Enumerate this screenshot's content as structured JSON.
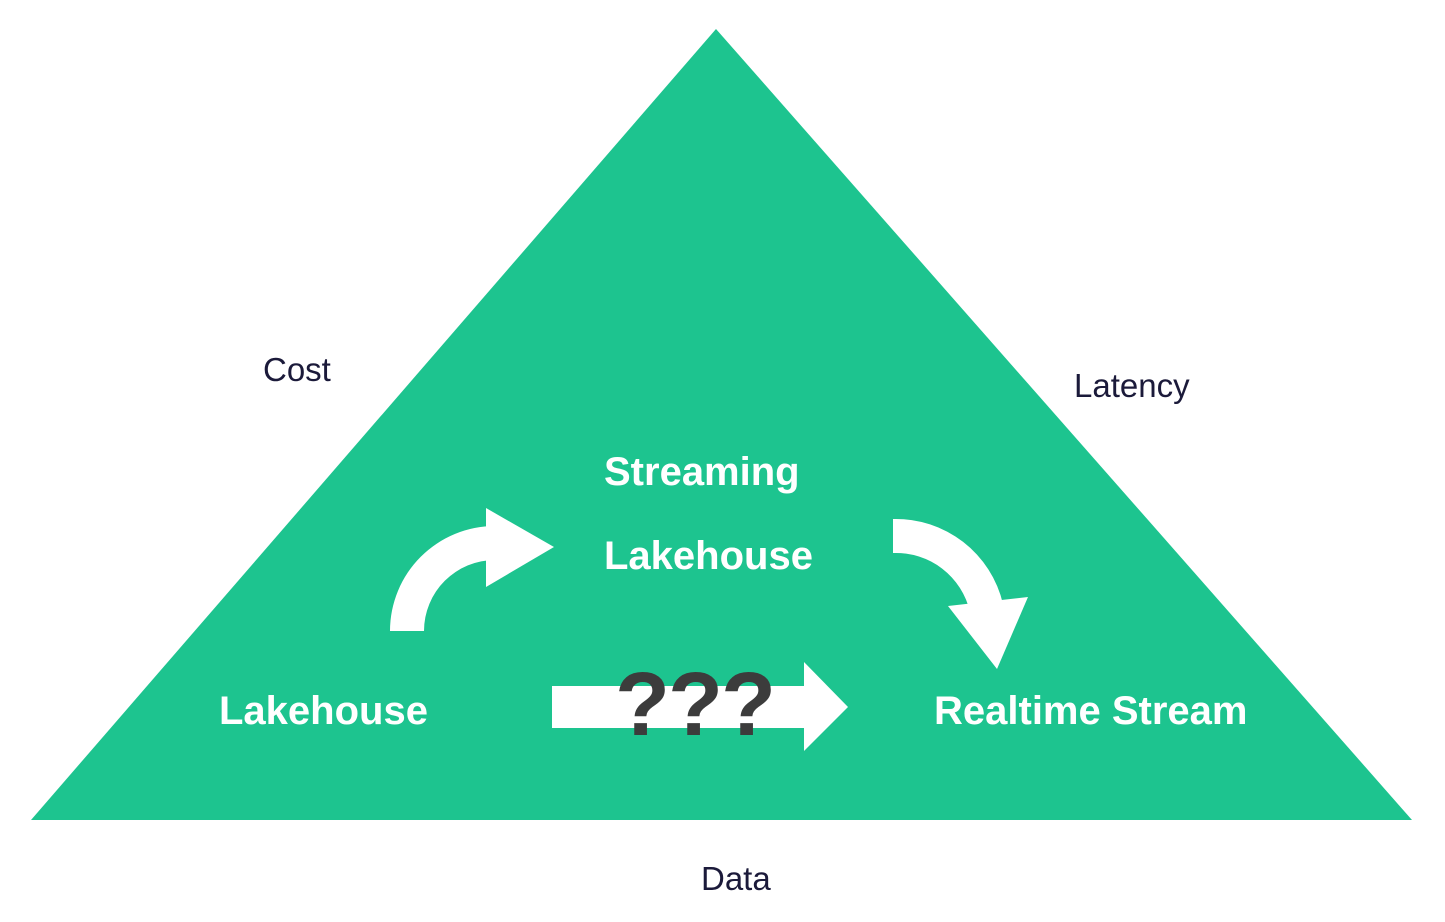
{
  "colors": {
    "triangle_fill": "#1dc48f",
    "arrow_fill": "#ffffff",
    "edge_text": "#1b1a3a",
    "node_text": "#ffffff",
    "question_text": "#3c3c3c",
    "background": "#ffffff"
  },
  "edges": {
    "left": "Cost",
    "right": "Latency",
    "bottom": "Data"
  },
  "nodes": {
    "lakehouse": "Lakehouse",
    "streaming_line1": "Streaming",
    "streaming_line2": "Lakehouse",
    "realtime": "Realtime Stream"
  },
  "transition_unknown": "???",
  "icons": {
    "arrow_lakehouse_to_streaming": "curved-arrow-icon",
    "arrow_streaming_to_realtime": "curved-arrow-icon",
    "arrow_lakehouse_to_realtime": "straight-arrow-icon"
  }
}
